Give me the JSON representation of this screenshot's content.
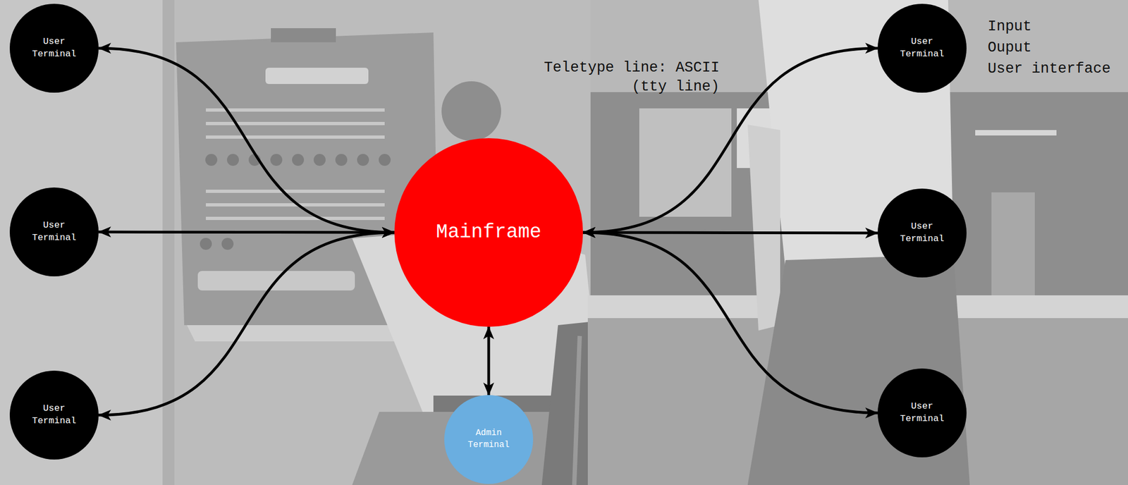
{
  "diagram": {
    "nodes": [
      {
        "text": [
          "User Terminal"
        ]
      },
      {
        "text": [
          "User Terminal"
        ]
      },
      {
        "text": [
          "User Terminal"
        ]
      },
      {
        "text": [
          "Mainframe"
        ]
      },
      {
        "text": [
          "User Terminal"
        ]
      },
      {
        "text": [
          "User Terminal"
        ]
      },
      {
        "text": [
          "User Terminal"
        ]
      },
      {
        "text": [
          "Admin Terminal"
        ]
      }
    ],
    "edges": [
      {
        "from": 3,
        "to": 0,
        "arrow": "both"
      },
      {
        "from": 3,
        "to": 1,
        "arrow": "both"
      },
      {
        "from": 3,
        "to": 2,
        "arrow": "both"
      },
      {
        "from": 3,
        "to": 4,
        "arrow": "both"
      },
      {
        "from": 3,
        "to": 5,
        "arrow": "both"
      },
      {
        "from": 3,
        "to": 6,
        "arrow": "both"
      },
      {
        "from": 3,
        "to": 7,
        "arrow": "both"
      }
    ],
    "labels": [
      "Teletype line: ASCII (tty line)",
      "Input",
      "Ouput",
      "User interface"
    ]
  }
}
